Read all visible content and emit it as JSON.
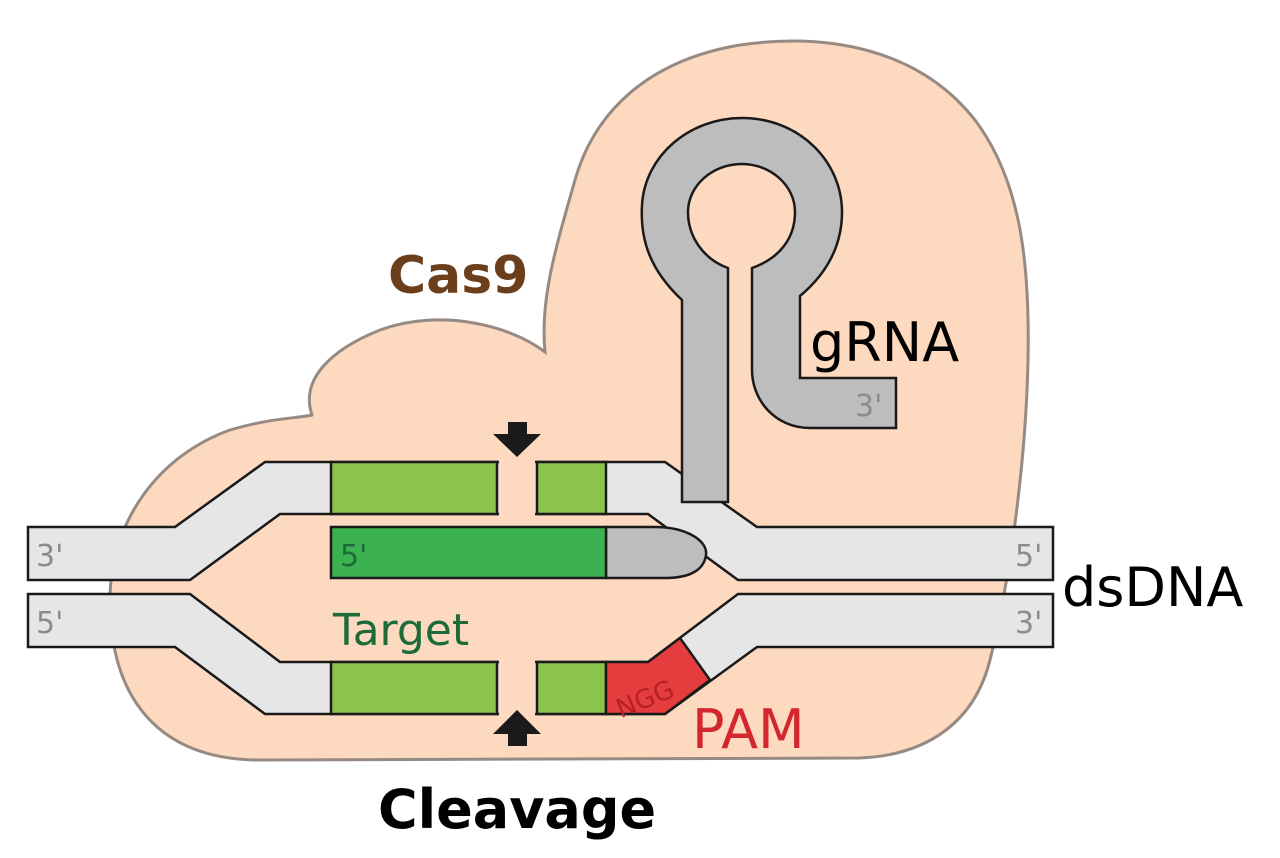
{
  "labels": {
    "protein": "Cas9",
    "guide_rna": "gRNA",
    "guide_rna_end": "3'",
    "dna": "dsDNA",
    "top_left_end": "3'",
    "top_right_end": "5'",
    "bottom_left_end": "5'",
    "bottom_right_end": "3'",
    "spacer_end": "5'",
    "target": "Target",
    "pam": "PAM",
    "pam_sequence": "NGG",
    "cleavage": "Cleavage"
  },
  "colors": {
    "protein_fill": "#fcd9bf",
    "protein_outline": "#968a82",
    "protein_label": "#6b3f1c",
    "rna_fill": "#bdbdbd",
    "dna_fill": "#e6e6e6",
    "target_fill": "#8cc34a",
    "spacer_fill": "#3cb14f",
    "pam_fill": "#e53d3d",
    "pam_label": "#d4262e",
    "target_label": "#1e6b3a",
    "end_label": "#8c8c8c",
    "text": "#000000"
  },
  "icons": {
    "cut_top": "arrow-down-icon",
    "cut_bottom": "arrow-up-icon"
  }
}
